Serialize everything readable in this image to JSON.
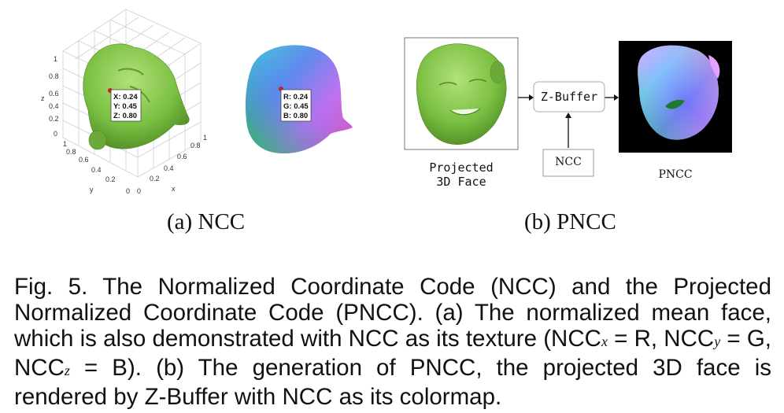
{
  "panel_a": {
    "subcaption": "(a) NCC",
    "plot_ticks": {
      "z": [
        "1",
        "0.8",
        "0.6",
        "0.4",
        "0.2",
        "0"
      ],
      "y": [
        "1",
        "0.8",
        "0.6",
        "0.4",
        "0.2",
        "0"
      ],
      "x": [
        "1",
        "0.8",
        "0.6",
        "0.4",
        "0.2",
        "0"
      ],
      "z_label": "z",
      "y_label": "y",
      "x_label": "x"
    },
    "xyz_annotation": [
      "X: 0.24",
      "Y: 0.45",
      "Z: 0.80"
    ],
    "rgb_annotation": [
      "R: 0.24",
      "G: 0.45",
      "B: 0.80"
    ]
  },
  "panel_b": {
    "subcaption": "(b) PNCC",
    "projected_label_line1": "Projected",
    "projected_label_line2": "3D Face",
    "zbuffer_label": "Z-Buffer",
    "ncc_label": "NCC",
    "pncc_label": "PNCC"
  },
  "caption": {
    "part1": "Fig. 5. The Normalized Coordinate Code (NCC) and the Projected Normalized Coordinate Code (PNCC). (a) The normalized mean face, which is also demonstrated with NCC as its texture (NCC",
    "sub_x": "x",
    "part2": " = R, NCC",
    "sub_y": "y",
    "part3": " = G, NCC",
    "sub_z": "z",
    "part4": " = B). (b) The generation of PNCC, the projected 3D face is rendered by Z-Buffer with NCC as its colormap."
  },
  "colors": {
    "face_green": "#7cc143",
    "face_green_dark": "#4f8a24",
    "pncc_background": "#000000"
  }
}
